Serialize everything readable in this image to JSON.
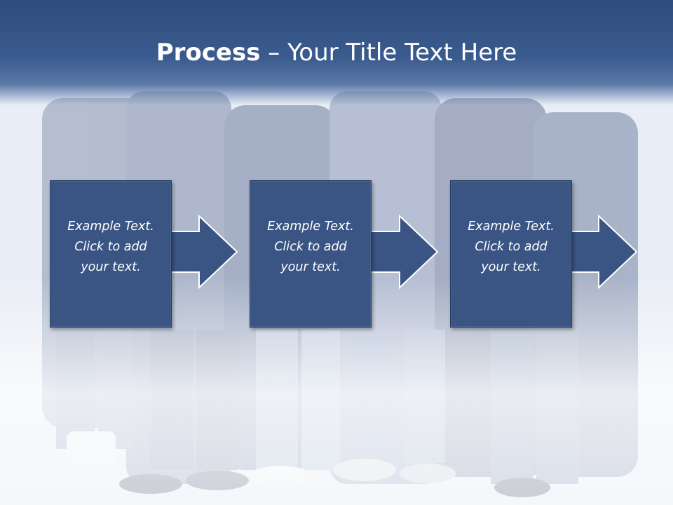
{
  "slide": {
    "title_bold": "Process",
    "title_rest": "– Your Title Text Here",
    "steps": [
      {
        "text": "Example Text.\nClick  to add\nyour text."
      },
      {
        "text": "Example Text.\nClick  to add\nyour text."
      },
      {
        "text": "Example Text.\nClick  to add\nyour text."
      }
    ]
  },
  "colors": {
    "title_band": "#3a5b8e",
    "box_fill": "#3a5583",
    "box_border": "#24395f",
    "title_text": "#ffffff"
  }
}
